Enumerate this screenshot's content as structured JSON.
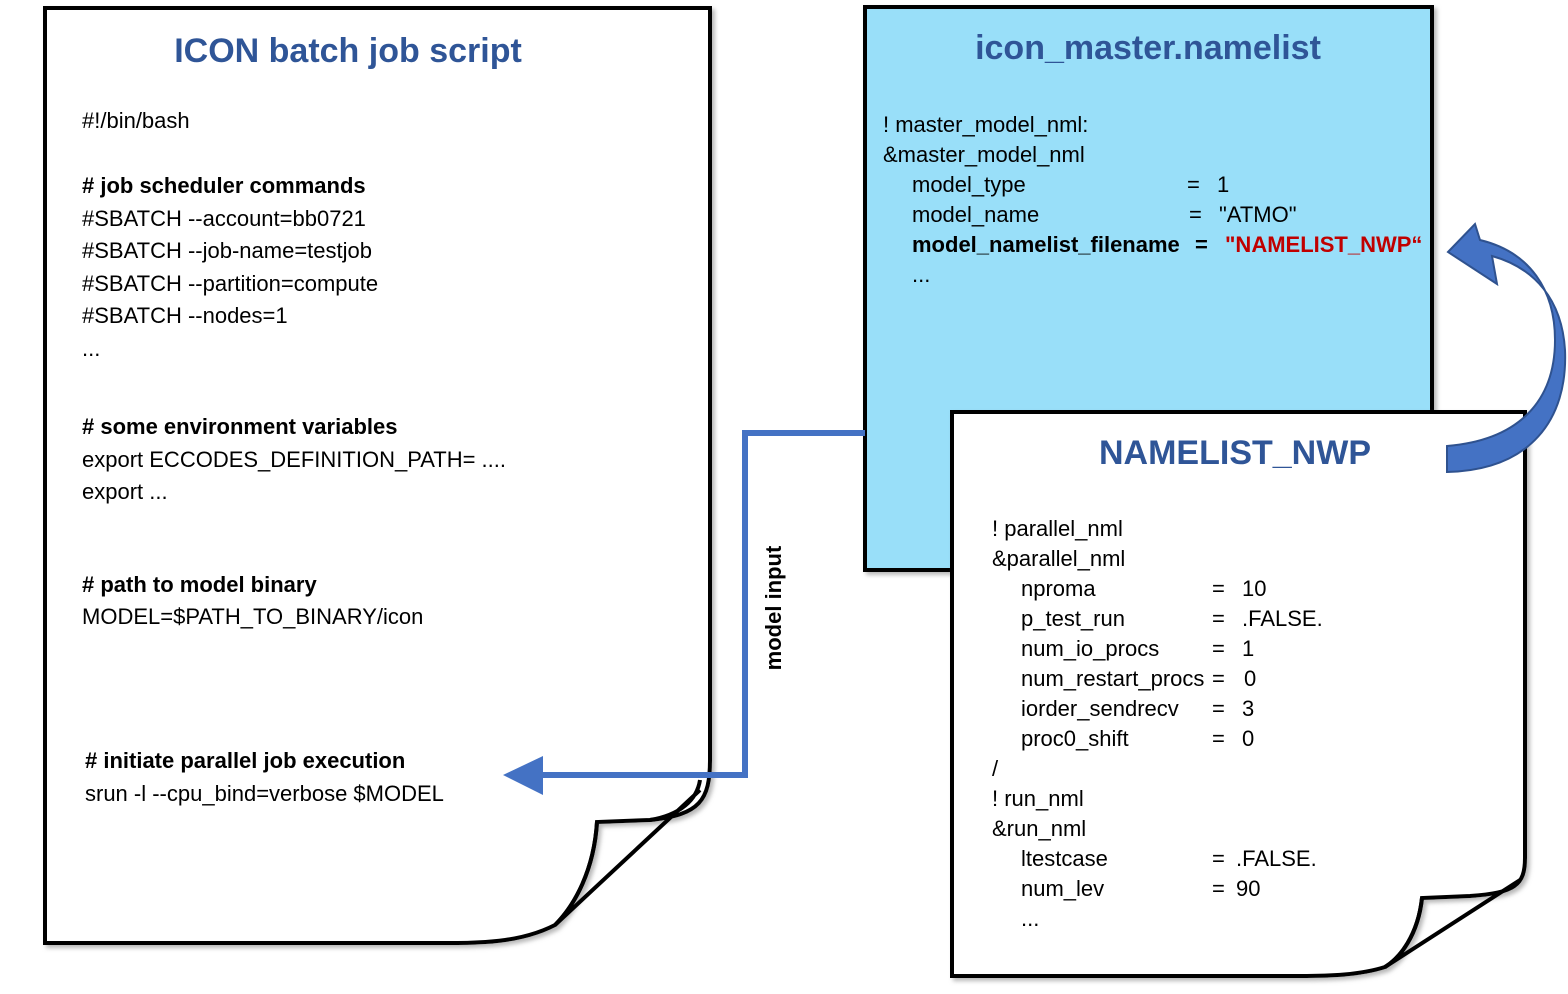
{
  "batch_script": {
    "title": "ICON batch job script",
    "shebang": "#!/bin/bash",
    "scheduler_heading": "# job scheduler commands",
    "scheduler_lines": [
      "#SBATCH --account=bb0721",
      "#SBATCH --job-name=testjob",
      "#SBATCH --partition=compute",
      "#SBATCH --nodes=1",
      "..."
    ],
    "env_heading": "# some environment variables",
    "env_lines": [
      "export ECCODES_DEFINITION_PATH= ....",
      "export ..."
    ],
    "binary_heading": "# path to model binary",
    "binary_line": "MODEL=$PATH_TO_BINARY/icon",
    "exec_heading": "# initiate parallel job execution",
    "exec_line": "srun -l --cpu_bind=verbose $MODEL"
  },
  "master_namelist": {
    "title": "icon_master.namelist",
    "comment": "! master_model_nml:",
    "group": "&master_model_nml",
    "entries": [
      {
        "key": "model_type",
        "eq": "=",
        "value": "1"
      },
      {
        "key": "model_name",
        "eq": "=",
        "value": "\"ATMO\""
      },
      {
        "key": "model_namelist_filename",
        "eq": "=",
        "value": "\"NAMELIST_NWP“"
      }
    ],
    "ellipsis": "...",
    "color": "#99dff9"
  },
  "nwp_namelist": {
    "title": "NAMELIST_NWP",
    "parallel_comment": "! parallel_nml",
    "parallel_group": "&parallel_nml",
    "parallel_entries": [
      {
        "key": "nproma",
        "eq": "=",
        "value": "10"
      },
      {
        "key": "p_test_run",
        "eq": "=",
        "value": ".FALSE."
      },
      {
        "key": "num_io_procs",
        "eq": "=",
        "value": "1"
      },
      {
        "key": "num_restart_procs",
        "eq": "=",
        "value": "0"
      },
      {
        "key": "iorder_sendrecv",
        "eq": "=",
        "value": "3"
      },
      {
        "key": "proc0_shift",
        "eq": "=",
        "value": "0"
      }
    ],
    "end": "/",
    "run_comment": "! run_nml",
    "run_group": "&run_nml",
    "run_entries": [
      {
        "key": "ltestcase",
        "eq": "=",
        "value": ".FALSE."
      },
      {
        "key": "num_lev",
        "eq": "=",
        "value": "90"
      }
    ],
    "ellipsis": "..."
  },
  "connector": {
    "label": "model input",
    "color": "#4472c4"
  }
}
